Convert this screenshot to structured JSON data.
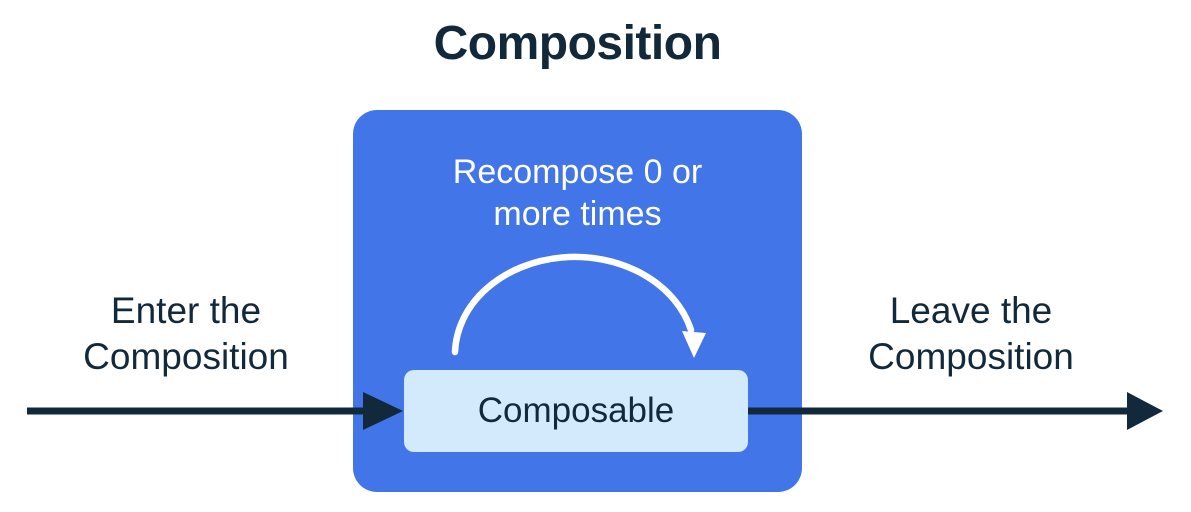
{
  "diagram": {
    "title": "Composition",
    "composition_box": {
      "label_line1": "Recompose 0 or",
      "label_line2": "more times"
    },
    "composable": {
      "label": "Composable"
    },
    "enter": {
      "line1": "Enter the",
      "line2": "Composition"
    },
    "leave": {
      "line1": "Leave the",
      "line2": "Composition"
    },
    "icons": {
      "enter_arrow": "right-arrow",
      "exit_arrow": "right-arrow",
      "recompose_arrow": "curved-loop-arrow"
    },
    "colors": {
      "background": "#FFFFFF",
      "composition_box": "#4275E8",
      "composable_box": "#D3EAFC",
      "arrow": "#12293B",
      "text_dark": "#12293B",
      "text_light": "#FFFFFF"
    }
  }
}
